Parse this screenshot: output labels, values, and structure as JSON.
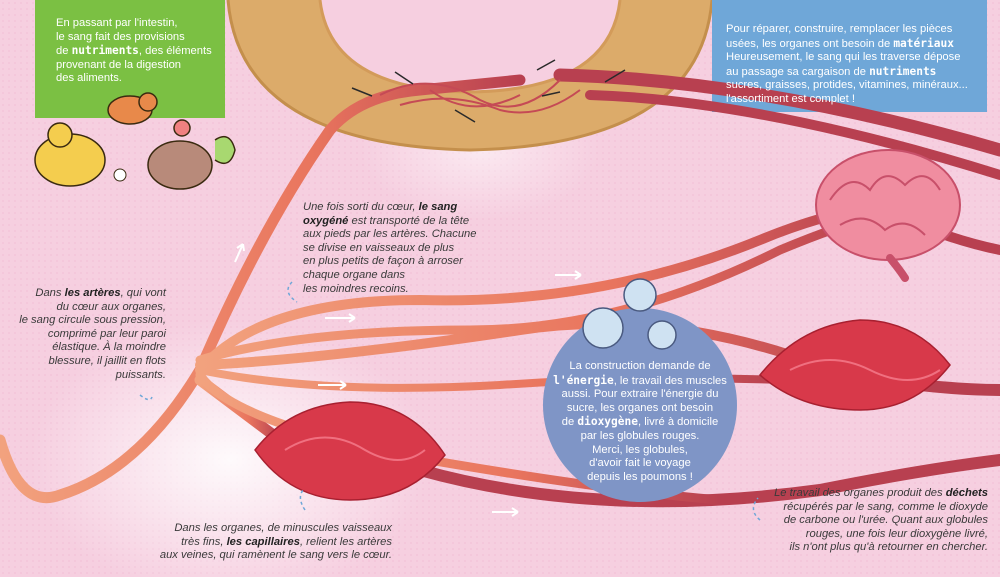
{
  "texts": {
    "green_box": {
      "l1": "En passant par l'intestin,",
      "l2": "le sang fait des provisions",
      "l3a": "de ",
      "l3b": "nutriments",
      "l3c": ", des éléments",
      "l4": "provenant de la digestion",
      "l5": "des aliments."
    },
    "blue_box": {
      "l1": "Pour réparer, construire, remplacer les pièces",
      "l2a": "usées, les organes ont besoin de ",
      "l2b": "matériaux",
      "l3": "Heureusement, le sang qui les traverse dépose",
      "l4a": "au passage sa cargaison de ",
      "l4b": "nutriments",
      "l5": "sucres, graisses, protides, vitamines, minéraux...",
      "l6": "l'assortiment est complet !"
    },
    "heart_exit": {
      "l1a": "Une fois sorti du cœur, ",
      "l1b": "le sang",
      "l2a": "oxygéné",
      "l2b": " est transporté de la tête",
      "l3": "aux pieds par les artères. Chacune",
      "l4": "se divise en vaisseaux de plus",
      "l5": "en plus petits de façon à arroser",
      "l6": "chaque organe dans",
      "l7": "les moindres recoins."
    },
    "arteries": {
      "l1a": "Dans ",
      "l1b": "les artères",
      "l1c": ", qui vont",
      "l2": "du cœur aux organes,",
      "l3": "le sang circule sous pression,",
      "l4": "comprimé par leur paroi",
      "l5": "élastique. À la moindre",
      "l6": "blessure, il jaillit en flots",
      "l7": "puissants."
    },
    "energy": {
      "l1": "La construction demande de",
      "l2a": "l'énergie",
      "l2b": ", le travail des muscles",
      "l3": "aussi. Pour extraire l'énergie du",
      "l4": "sucre, les organes ont besoin",
      "l5a": "de ",
      "l5b": "dioxygène",
      "l5c": ", livré à domicile",
      "l6": "par les globules rouges.",
      "l7": "Merci, les globules,",
      "l8": "d'avoir fait le voyage",
      "l9": "depuis les poumons !"
    },
    "capillaries": {
      "l1": "Dans les organes, de minuscules vaisseaux",
      "l2a": "très fins, ",
      "l2b": "les capillaires",
      "l2c": ", relient les artères",
      "l3": "aux veines, qui ramènent le sang vers le cœur."
    },
    "waste": {
      "l1a": "Le travail des organes produit des ",
      "l1b": "déchets",
      "l2": "récupérés par le sang, comme le dioxyde",
      "l3": "de carbone ou l'urée. Quant aux globules",
      "l4": "rouges, une fois leur dioxygène livré,",
      "l5": "ils n'ont plus qu'à retourner en chercher."
    }
  },
  "colors": {
    "background": "#f6cfe0",
    "artery": "#f08a6a",
    "vein": "#b84050",
    "green_box": "#7bc043",
    "blue_box": "#6fa7d8",
    "energy_circle": "#7f95c6",
    "intestine": "#dcab6a",
    "muscle": "#d8394a",
    "brain": "#f08da0"
  }
}
